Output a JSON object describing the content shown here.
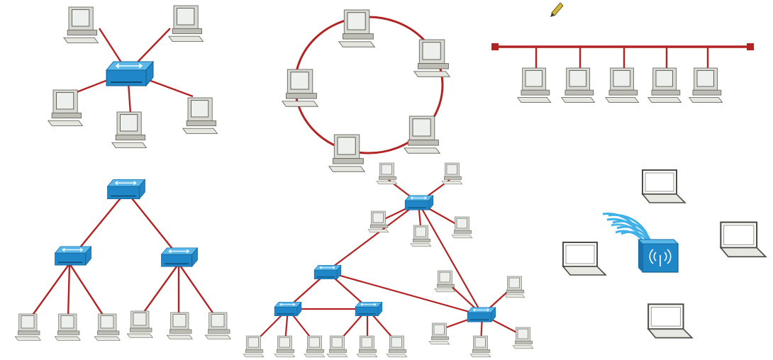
{
  "diagram": {
    "panels": [
      "star",
      "ring",
      "bus",
      "tree",
      "mesh",
      "wireless"
    ],
    "icons": [
      "computer-icon",
      "switch-icon",
      "laptop-icon",
      "access-point-icon",
      "pencil-icon"
    ],
    "colors": {
      "link": "#b22424",
      "switch": "#1f86c8",
      "access_point": "#1f86c8",
      "wireless_waves": "#3fb0e8",
      "computer": "#d9d9d4"
    }
  }
}
